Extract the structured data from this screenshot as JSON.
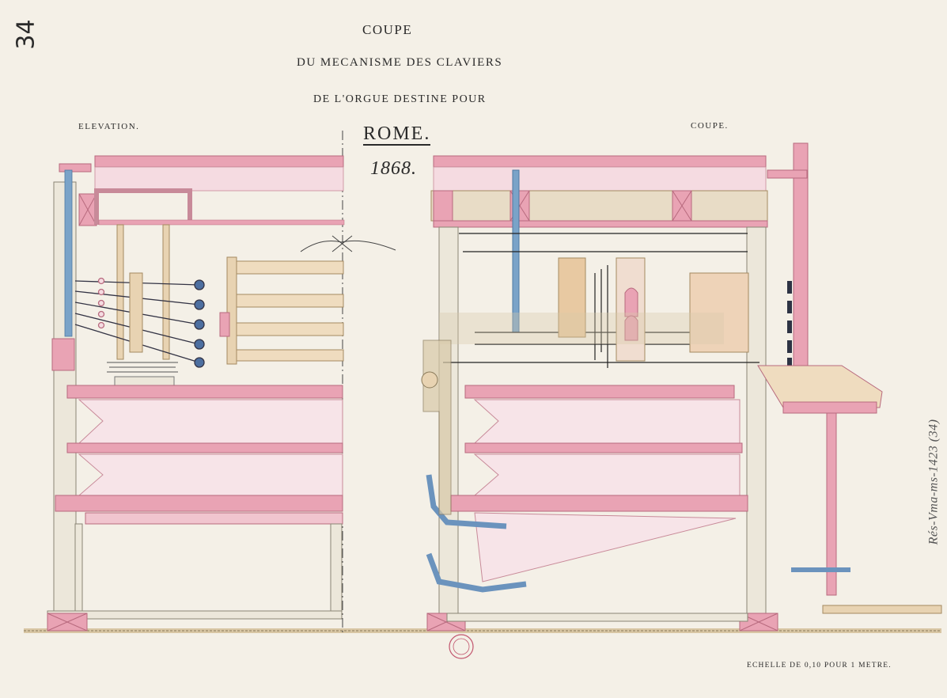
{
  "plate_number": "34",
  "title": {
    "line1": "COUPE",
    "line2": "DU MECANISME DES CLAVIERS",
    "line3": "DE L'ORGUE DESTINE POUR"
  },
  "city": "ROME.",
  "year": "1868.",
  "labels": {
    "left_view": "ELEVATION.",
    "right_view": "COUPE."
  },
  "scale_note": "ECHELLE DE 0,10 POUR 1 METRE.",
  "shelfmark": "Rés-Vma-ms-1423 (34)",
  "colors": {
    "paper": "#f4f0e7",
    "pink": "#e9a3b4",
    "pink_dark": "#d9788f",
    "wood": "#e8d3b2",
    "steel_blue": "#7aa3c8",
    "ink": "#2a2a2a"
  }
}
